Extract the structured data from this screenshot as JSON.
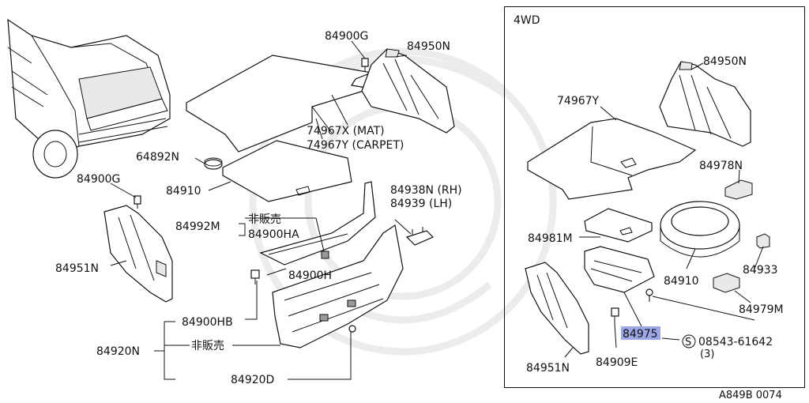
{
  "inset": {
    "title": "4WD"
  },
  "footer": {
    "code": "A849B 0074"
  },
  "labels": {
    "p84900G_top": "84900G",
    "p84950N_left": "84950N",
    "p74967X": "74967X (MAT)",
    "p74967Y_carpet": "74967Y (CARPET)",
    "p64892N": "64892N",
    "p84910_left": "84910",
    "p84900G_left": "84900G",
    "p84938N": "84938N (RH)",
    "p84939": "84939  (LH)",
    "p84992M": "84992M",
    "hanbai1": "非販売",
    "p84900HA": "84900HA",
    "p84951N_left": "84951N",
    "p84900H": "84900H",
    "p84900HB": "84900HB",
    "p84920N": "84920N",
    "hanbai2": "非販売",
    "p84920D": "84920D",
    "p84950N_right": "84950N",
    "p74967Y_right": "74967Y",
    "p84978N": "84978N",
    "p84981M": "84981M",
    "p84933": "84933",
    "p84910_right": "84910",
    "p84979M": "84979M",
    "p84975": "84975",
    "screw": "08543-61642",
    "screw_qty": "(3)",
    "screw_symbol": "S",
    "p84951N_right": "84951N",
    "p84909E": "84909E"
  },
  "colors": {
    "highlight": "#9ea7e6",
    "ink": "#111111",
    "watermark": "#ececec"
  }
}
